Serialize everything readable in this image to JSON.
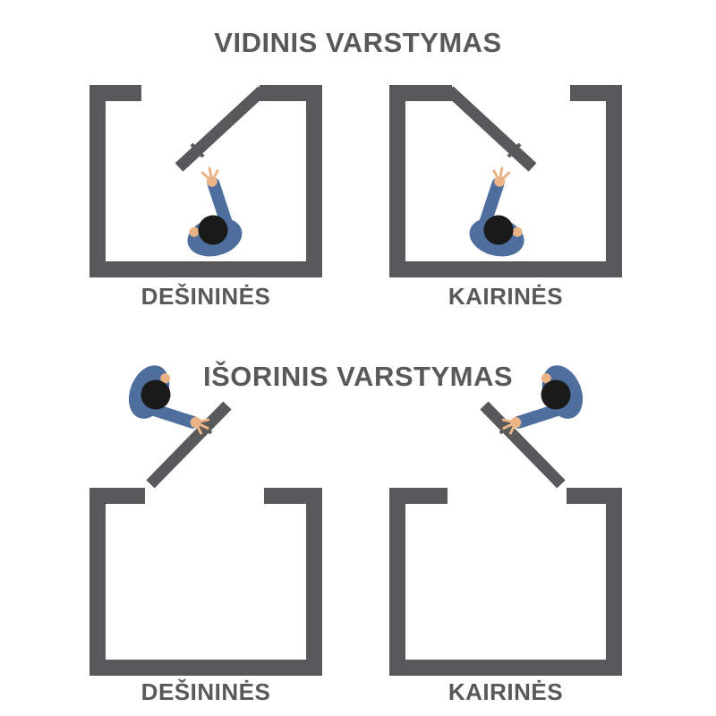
{
  "colors": {
    "wall": "#58595b",
    "text": "#58595b",
    "jacket": "#4e6f9d",
    "skin": "#eab487",
    "hair": "#1a1a1a",
    "background": "#ffffff"
  },
  "sections": [
    {
      "id": "internal",
      "title": "VIDINIS VARSTYMAS",
      "diagrams": [
        {
          "label": "DEŠININĖS",
          "hinge_side": "right",
          "swing": "inward"
        },
        {
          "label": "KAIRINĖS",
          "hinge_side": "left",
          "swing": "inward"
        }
      ]
    },
    {
      "id": "external",
      "title": "IŠORINIS VARSTYMAS",
      "diagrams": [
        {
          "label": "DEŠININĖS",
          "hinge_side": "left",
          "swing": "outward"
        },
        {
          "label": "KAIRINĖS",
          "hinge_side": "right",
          "swing": "outward"
        }
      ]
    }
  ],
  "icons": {
    "person": "person-top-view-icon",
    "door": "door-icon",
    "handle": "door-handle-icon"
  }
}
